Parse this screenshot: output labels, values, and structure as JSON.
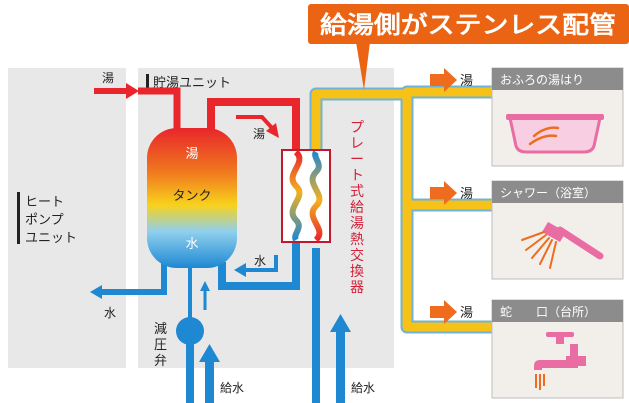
{
  "banner": {
    "title": "給湯側がステンレス配管"
  },
  "heatpump": {
    "label_lines": [
      "ヒート",
      "ポンプ",
      "ユニット"
    ]
  },
  "storage_unit": {
    "label": "貯湯ユニット"
  },
  "tank": {
    "label_hot": "湯",
    "label_name": "タンク",
    "label_cold": "水"
  },
  "exchanger": {
    "label": "プレート式給湯熱交換器"
  },
  "valve": {
    "label_lines": [
      "減",
      "圧",
      "弁"
    ]
  },
  "flows": {
    "hp_in_hot": "湯",
    "hp_out_water": "水",
    "tank_to_hx_hot": "湯",
    "hx_to_tank_water": "水",
    "supply_left": "給水",
    "supply_right": "給水"
  },
  "outputs": [
    {
      "arrow_label": "湯",
      "header": "おふろの湯はり",
      "icon": "bathtub-icon"
    },
    {
      "arrow_label": "湯",
      "header": "シャワー（浴室）",
      "icon": "shower-icon"
    },
    {
      "arrow_label": "湯",
      "header": "蛇　　口（台所）",
      "icon": "faucet-icon"
    }
  ],
  "colors": {
    "banner": "#ea6414",
    "hot_pipe": "#e8262b",
    "cold_pipe": "#1e88d2",
    "stainless_pipe": "#f6c21a",
    "output_arrow": "#ef6c1e",
    "exchanger_label": "#d3213a",
    "panel_header": "#8c8c8c",
    "panel_bg": "#f2efeb",
    "pink": "#e96da3"
  }
}
